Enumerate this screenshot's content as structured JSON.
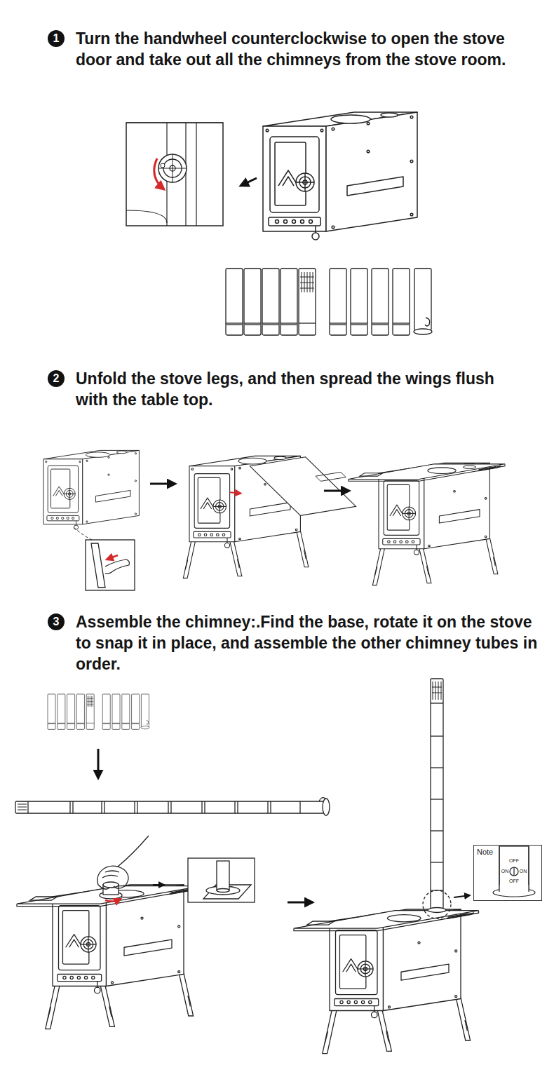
{
  "diagram": {
    "nodes": [
      {
        "text": [
          "1"
        ]
      },
      {
        "text": [
          "2"
        ]
      },
      {
        "text": [
          "3"
        ]
      },
      {
        "text": [
          "Note"
        ]
      }
    ],
    "labels": [
      "Turn the handwheel counterclockwise to open the stove door and take out all the chimneys from the stove room.",
      "Unfold the stove legs, and then spread the wings flush with the table top.",
      "Assemble the chimney:.Find the base, rotate it on the stove to snap it in place, and assemble the other chimney tubes in order.",
      "OFF",
      "ON",
      "ON",
      "OFF"
    ]
  }
}
